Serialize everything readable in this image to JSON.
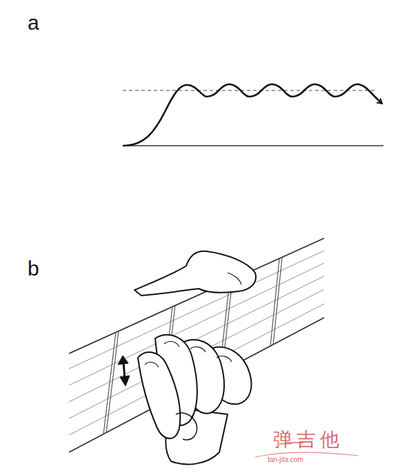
{
  "diagram": {
    "labels": [
      "a",
      "b",
      "弹吉他",
      "tan-jita.com"
    ]
  }
}
